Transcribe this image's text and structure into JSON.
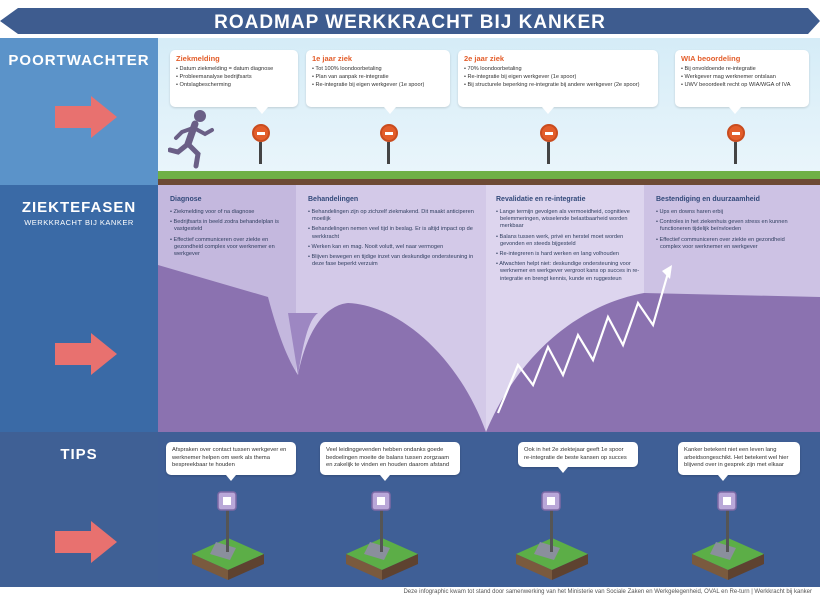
{
  "title": "ROADMAP WERKKRACHT BIJ KANKER",
  "colors": {
    "banner": "#3e5c8f",
    "accent": "#e35d2a",
    "arrow": "#e8716f",
    "phase": "#9b86bf"
  },
  "sections": {
    "poortwachter": "POORTWACHTER",
    "ziektefasen": "ZIEKTEFASEN",
    "ziektefasen_sub": "WERKKRACHT BIJ KANKER",
    "tips": "TIPS"
  },
  "milestones": [
    {
      "title": "Ziekmelding",
      "items": [
        "Datum ziekmelding = datum diagnose",
        "Probleemanalyse bedrijfsarts",
        "Ontslagbescherming"
      ]
    },
    {
      "title": "1e jaar ziek",
      "items": [
        "Tot 100% loondoorbetaling",
        "Plan van aanpak re-integratie",
        "Re-integratie bij eigen werkgever (1e spoor)"
      ]
    },
    {
      "title": "2e jaar ziek",
      "items": [
        "70% loondoorbetaling",
        "Re-integratie bij eigen werkgever (1e spoor)",
        "Bij structurele beperking re-integratie bij andere werkgever (2e spoor)"
      ]
    },
    {
      "title": "WIA beoordeling",
      "items": [
        "Bij onvoldoende re-integratie",
        "Werkgever mag werknemer ontslaan",
        "UWV beoordeelt recht op WIA/WGA of IVA"
      ]
    }
  ],
  "phases": [
    {
      "title": "Diagnose",
      "items": [
        "Ziekmelding voor of na diagnose",
        "Bedrijfsarts in beeld zodra behandelplan is vastgesteld",
        "Effectief communiceren over ziekte en gezondheid complex voor werknemer en werkgever"
      ]
    },
    {
      "title": "Behandelingen",
      "items": [
        "Behandelingen zijn op zichzelf ziekmakend. Dit maakt anticiperen moeilijk",
        "Behandelingen nemen veel tijd in beslag. Er is altijd impact op de werkkracht",
        "Werken kan en mag. Nooit volutt, wel naar vermogen",
        "Blijven bewegen en tijdige inzet van deskundige ondersteuning in deze fase beperkt verzuim"
      ]
    },
    {
      "title": "Revalidatie en re-integratie",
      "items": [
        "Lange termijn gevolgen als vermoeidheid, cognitieve belemmeringen, wisselende belastbaarheid worden merkbaar",
        "Balans tussen werk, privé en herstel moet worden gevonden en steeds bijgesteld",
        "Re-integreren is hard werken en lang volhouden",
        "Afwachten helpt niet: deskundige ondersteuning voor werknemer en werkgever vergroot kans op succes in re-integratie en brengt kennis, kunde en ruggesteun"
      ]
    },
    {
      "title": "Bestendiging en duurzaamheid",
      "items": [
        "Ups en downs haren erbij",
        "Controles in het ziekenhuis geven stress en kunnen functioneren tijdelijk beïnvloeden",
        "Effectief communiceren over ziekte en gezondheid complex voor werknemer en werkgever"
      ]
    }
  ],
  "tips": [
    "Afspraken over contact tussen werkgever en werknemer helpen om werk als thema bespreekbaar te houden",
    "Veel leidinggevenden hebben ondanks goede bedoelingen moeite de balans tussen zorgzaam en zakelijk te vinden en houden daarom afstand",
    "Ook in het 2e ziektejaar geeft 1e spoor re-integratie de beste kansen op succes",
    "Kanker betekent niet een leven lang arbeidsongeschikt. Het betekent wel hier blijvend over in gesprek zijn met elkaar"
  ],
  "footer": "Deze infographic kwam tot stand door samenwerking van het Ministerie van Sociale Zaken en Werkgelegenheid, OVAL en Re-turn | Werkkracht bij kanker"
}
